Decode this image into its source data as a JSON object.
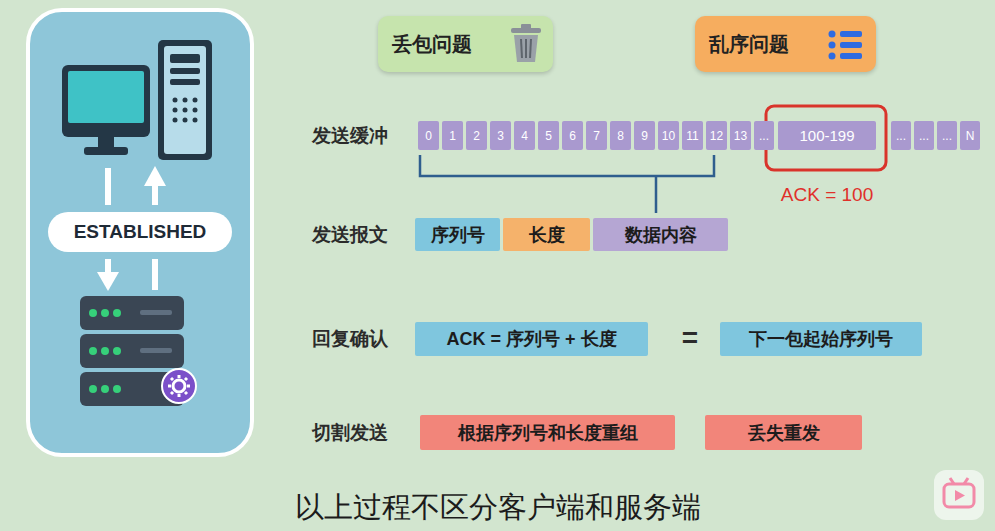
{
  "diagram": {
    "caption": "以上过程不区分客户端和服务端",
    "nodes": [
      {
        "text": [
          "ESTABLISHED"
        ]
      },
      {
        "text": [
          "丢包问题"
        ]
      },
      {
        "text": [
          "乱序问题"
        ]
      },
      {
        "text": [
          "0"
        ]
      },
      {
        "text": [
          "1"
        ]
      },
      {
        "text": [
          "2"
        ]
      },
      {
        "text": [
          "3"
        ]
      },
      {
        "text": [
          "4"
        ]
      },
      {
        "text": [
          "5"
        ]
      },
      {
        "text": [
          "6"
        ]
      },
      {
        "text": [
          "7"
        ]
      },
      {
        "text": [
          "8"
        ]
      },
      {
        "text": [
          "9"
        ]
      },
      {
        "text": [
          "10"
        ]
      },
      {
        "text": [
          "11"
        ]
      },
      {
        "text": [
          "12"
        ]
      },
      {
        "text": [
          "13"
        ]
      },
      {
        "text": [
          "..."
        ]
      },
      {
        "text": [
          "100-199"
        ]
      },
      {
        "text": [
          "..."
        ]
      },
      {
        "text": [
          "..."
        ]
      },
      {
        "text": [
          "..."
        ]
      },
      {
        "text": [
          "N"
        ]
      },
      {
        "text": [
          "序列号"
        ]
      },
      {
        "text": [
          "长度"
        ]
      },
      {
        "text": [
          "数据内容"
        ]
      },
      {
        "text": [
          "ACK = 序列号 + 长度"
        ]
      },
      {
        "text": [
          "下一包起始序列号"
        ]
      },
      {
        "text": [
          "根据序列号和长度重组"
        ]
      },
      {
        "text": [
          "丢失重发"
        ]
      }
    ],
    "labels": [
      "发送缓冲",
      "ACK = 100",
      "发送报文",
      "回复确认",
      "=",
      "切割发送"
    ]
  }
}
